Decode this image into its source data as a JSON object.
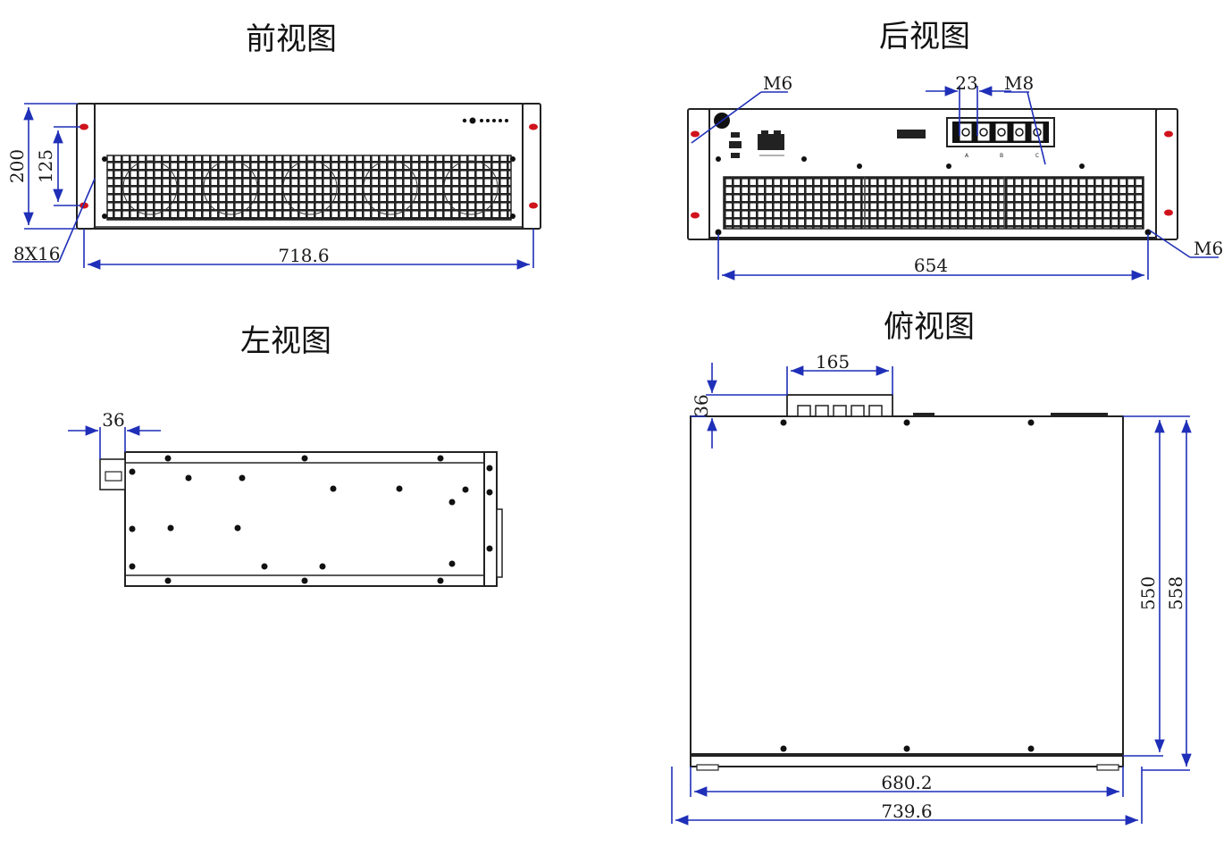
{
  "views": {
    "front": {
      "title": "前视图",
      "dims": {
        "height_outer": "200",
        "height_inner": "125",
        "hole": "8X16",
        "width": "718.6"
      }
    },
    "rear": {
      "title": "后视图",
      "dims": {
        "spacing": "23",
        "bolt": "M8",
        "screw_top": "M6",
        "screw_bottom": "M6",
        "width": "654"
      },
      "terminal_labels": [
        "A",
        "B",
        "C"
      ]
    },
    "left": {
      "title": "左视图",
      "dims": {
        "protrusion": "36"
      }
    },
    "top": {
      "title": "俯视图",
      "dims": {
        "terminal_width": "165",
        "terminal_height": "36",
        "depth_inner": "550",
        "depth_outer": "558",
        "width_inner": "680.2",
        "width_outer": "739.6"
      }
    }
  },
  "colors": {
    "dimension_line": "#1f2fb8",
    "ear_hole": "#d0121b",
    "outline": "#222222"
  }
}
